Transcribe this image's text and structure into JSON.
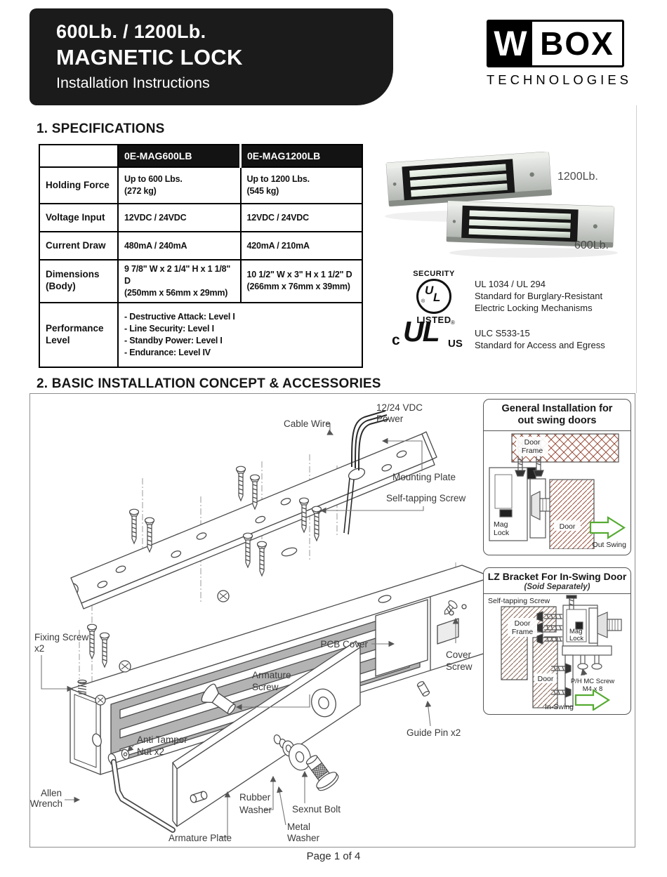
{
  "colors": {
    "header_bg": "#1b1b1b",
    "accent_green": "#55ab31",
    "hatch_brown": "#9a4f3c",
    "magnet_gray": "#b3b3b3",
    "line_gray": "#4a4a4a"
  },
  "header": {
    "title_line1": "600Lb. / 1200Lb.",
    "title_line2": "MAGNETIC LOCK",
    "subtitle": "Installation Instructions",
    "logo": {
      "w": "W",
      "box": "BOX",
      "tagline": "TECHNOLOGIES"
    }
  },
  "specs": {
    "section_title": "1. SPECIFICATIONS",
    "col_headers": [
      "0E-MAG600LB",
      "0E-MAG1200LB"
    ],
    "rows": [
      {
        "label": [
          "Holding Force"
        ],
        "a": [
          "Up to 600 Lbs.",
          "(272 kg)"
        ],
        "b": [
          "Up to 1200 Lbs.",
          "(545 kg)"
        ]
      },
      {
        "label": [
          "Voltage Input"
        ],
        "a": [
          "12VDC / 24VDC"
        ],
        "b": [
          "12VDC / 24VDC"
        ]
      },
      {
        "label": [
          "Current Draw"
        ],
        "a": [
          "480mA / 240mA"
        ],
        "b": [
          "420mA / 210mA"
        ]
      },
      {
        "label": [
          "Dimensions",
          "(Body)"
        ],
        "a": [
          "9 7/8\" W x 2 1/4\" H x 1 1/8\" D",
          "(250mm x 56mm x 29mm)"
        ],
        "b": [
          "10 1/2\" W x 3\" H x 1 1/2\" D",
          "(266mm x 76mm x 39mm)"
        ]
      }
    ],
    "performance": {
      "label": [
        "Performance",
        "Level"
      ],
      "items": [
        "- Destructive Attack: Level I",
        "- Line Security: Level I",
        "- Standby Power: Level I",
        "- Endurance: Level IV"
      ]
    }
  },
  "products": {
    "label_top": "1200Lb.",
    "label_bottom": "600Lb."
  },
  "certs": {
    "ul_listed": {
      "top": "SECURITY",
      "mono_u": "U",
      "mono_l": "L",
      "reg": "®",
      "bottom": "LISTED",
      "lines": [
        "UL 1034 / UL 294",
        "Standard for Burglary-Resistant",
        "Electric Locking Mechanisms"
      ]
    },
    "c_ul_us": {
      "c": "c",
      "mono": "UL",
      "reg": "®",
      "us": "US",
      "lines": [
        "ULC S533-15",
        "Standard for Access and Egress"
      ]
    }
  },
  "install": {
    "section_title": "2. BASIC INSTALLATION CONCEPT & ACCESSORIES",
    "labels": {
      "power": [
        "12/24 VDC",
        "Power"
      ],
      "cable_wire": "Cable Wire",
      "mounting_plate": "Mounting Plate",
      "self_tapping_screw": "Self-tapping Screw",
      "fixing_screw": [
        "Fixing Screw",
        "x2"
      ],
      "pcb_cover": "PCB Cover",
      "cover_screw": [
        "Cover",
        "Screw"
      ],
      "armature_screw": [
        "Armature",
        "Screw"
      ],
      "anti_tamper_nut": [
        "Anti Tamper",
        "Nut x2"
      ],
      "guide_pin": "Guide Pin x2",
      "allen_wrench": [
        "Allen",
        "Wrench"
      ],
      "armature_plate": "Armature Plate",
      "rubber_washer": [
        "Rubber",
        "Washer"
      ],
      "sexnut_bolt": "Sexnut Bolt",
      "metal_washer": [
        "Metal",
        "Washer"
      ]
    },
    "outswing": {
      "title1": "General Installation for",
      "title2": "out swing doors",
      "door_frame": [
        "Door",
        "Frame"
      ],
      "mag_lock": [
        "Mag",
        "Lock"
      ],
      "door": "Door",
      "arrow": "Out Swing"
    },
    "inswing": {
      "title": "LZ Bracket For In-Swing Door",
      "subtitle": "(Soid Separately)",
      "self_tapping": "Self-tapping Screw",
      "door_frame": [
        "Door",
        "Frame"
      ],
      "mag_lock": [
        "Mag",
        "Lock"
      ],
      "door": "Door",
      "ph_screw": [
        "P/H MC Screw",
        "M4 x 8"
      ],
      "arrow": "In-Swing"
    }
  },
  "footer": {
    "page": "Page 1 of 4"
  }
}
